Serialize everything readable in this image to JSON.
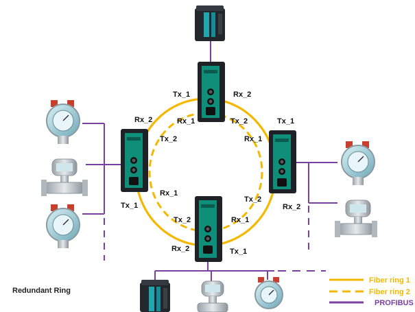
{
  "title": "Redundant Ring",
  "colors": {
    "fiber": "#f5b800",
    "profibus": "#7b3fa0",
    "converter_body": "#1e2226",
    "converter_panel": "#0f8f7a"
  },
  "labels": {
    "top_tx1": "Tx_1",
    "top_rx2": "Rx_2",
    "top_rx1": "Rx_1",
    "top_tx2": "Tx_2",
    "left_rx2": "Rx_2",
    "left_tx2": "Tx_2",
    "left_rx1": "Rx_1",
    "left_tx1": "Tx_1",
    "right_tx1": "Tx_1",
    "right_rx1": "Rx_1",
    "right_tx2": "Tx_2",
    "right_rx2": "Rx_2",
    "bottom_tx2": "Tx_2",
    "bottom_rx1": "Rx_1",
    "bottom_rx2": "Rx_2",
    "bottom_tx1": "Tx_1"
  },
  "legend": [
    {
      "label": "Fiber ring 1",
      "style": "solid",
      "color": "#f5b800"
    },
    {
      "label": "Fiber ring 2",
      "style": "dashed",
      "color": "#f5b800"
    },
    {
      "label": "PROFIBUS",
      "style": "solid",
      "color": "#7b3fa0"
    }
  ],
  "icons": [
    "plc-icon",
    "pressure-transmitter-icon",
    "flow-meter-icon",
    "media-converter-icon"
  ]
}
